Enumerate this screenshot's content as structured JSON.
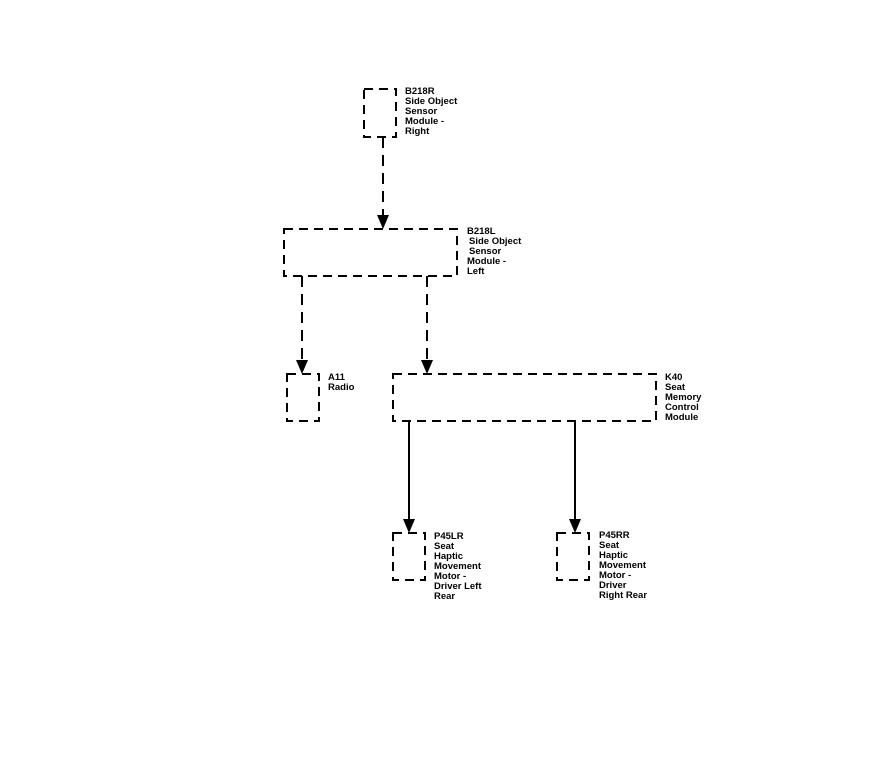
{
  "modules": [
    {
      "id": "b218r",
      "lines": [
        "B218R",
        "Side Object",
        "Sensor",
        "Module -",
        "Right"
      ]
    },
    {
      "id": "b218l",
      "lines": [
        "B218L",
        "Side Object",
        "Sensor",
        "Module -",
        "Left"
      ]
    },
    {
      "id": "a11",
      "lines": [
        "A11",
        "Radio"
      ]
    },
    {
      "id": "k40",
      "lines": [
        "K40",
        "Seat",
        "Memory",
        "Control",
        "Module"
      ]
    },
    {
      "id": "p45lr",
      "lines": [
        "P45LR",
        "Seat",
        "Haptic",
        "Movement",
        "Motor -",
        "Driver Left",
        "Rear"
      ]
    },
    {
      "id": "p45rr",
      "lines": [
        "P45RR",
        "Seat",
        "Haptic",
        "Movement",
        "Motor -",
        "Driver",
        "Right Rear"
      ]
    }
  ],
  "connections": [
    {
      "from": "b218r",
      "to": "b218l",
      "style": "dashed"
    },
    {
      "from": "b218l",
      "to": "a11",
      "style": "dashed"
    },
    {
      "from": "b218l",
      "to": "k40",
      "style": "dashed"
    },
    {
      "from": "k40",
      "to": "p45lr",
      "style": "solid"
    },
    {
      "from": "k40",
      "to": "p45rr",
      "style": "solid"
    }
  ]
}
